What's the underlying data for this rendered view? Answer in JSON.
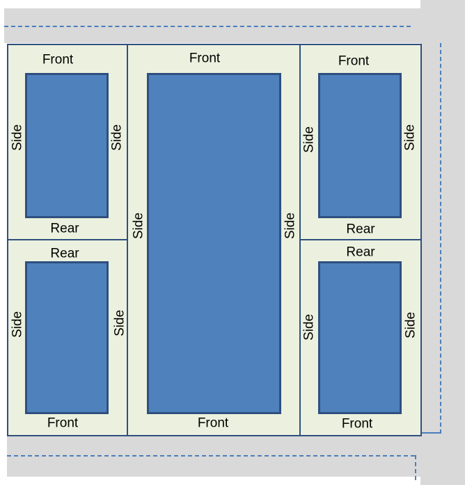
{
  "labels": {
    "front": "Front",
    "rear": "Rear",
    "side": "Side"
  },
  "colors": {
    "background_strip": "#d9d9d9",
    "cell_fill": "#ebf1de",
    "cell_border": "#2f4f7f",
    "block_fill": "#4f81bd",
    "dashed_line": "#4a7ebb"
  }
}
